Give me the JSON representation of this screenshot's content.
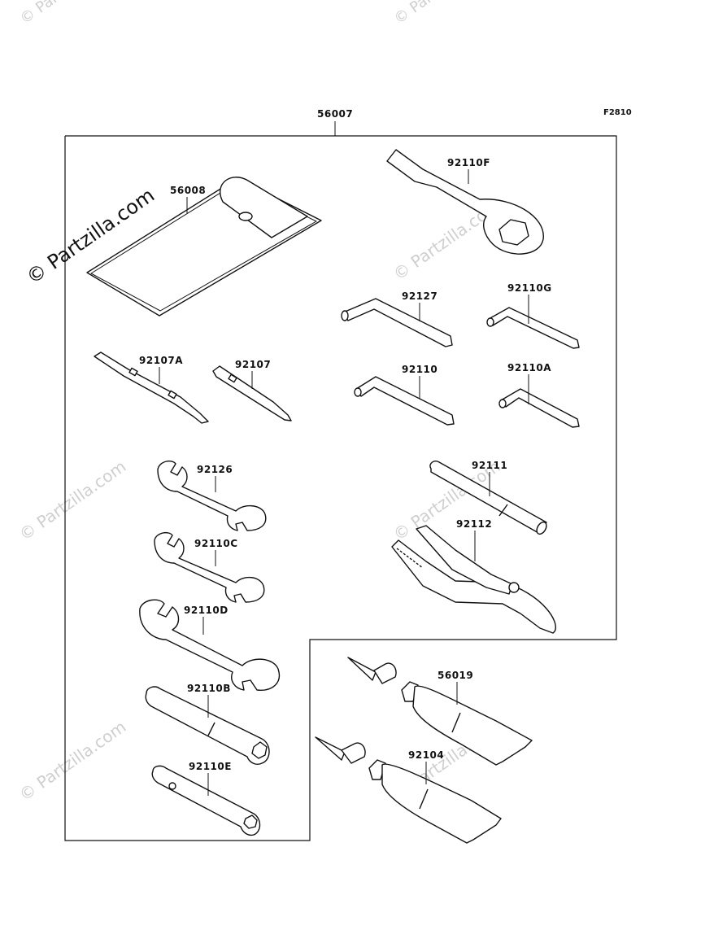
{
  "figure_code": "F2810",
  "watermark_main": "© Partzilla.com",
  "watermark_faint": "© Partzilla.com",
  "labels": {
    "kit": "56007",
    "bag": "56008",
    "ring_wrench": "92110F",
    "hex_92127": "92127",
    "hex_92110G": "92110G",
    "hex_92110": "92110",
    "hex_92110A": "92110A",
    "driver_92107A": "92107A",
    "driver_92107": "92107",
    "wrench_92126": "92126",
    "wrench_92110C": "92110C",
    "wrench_92110D": "92110D",
    "handle_92111": "92111",
    "pliers_92112": "92112",
    "box_92110B": "92110B",
    "box_92110E": "92110E",
    "tube_56019": "56019",
    "tube_92104": "92104"
  }
}
